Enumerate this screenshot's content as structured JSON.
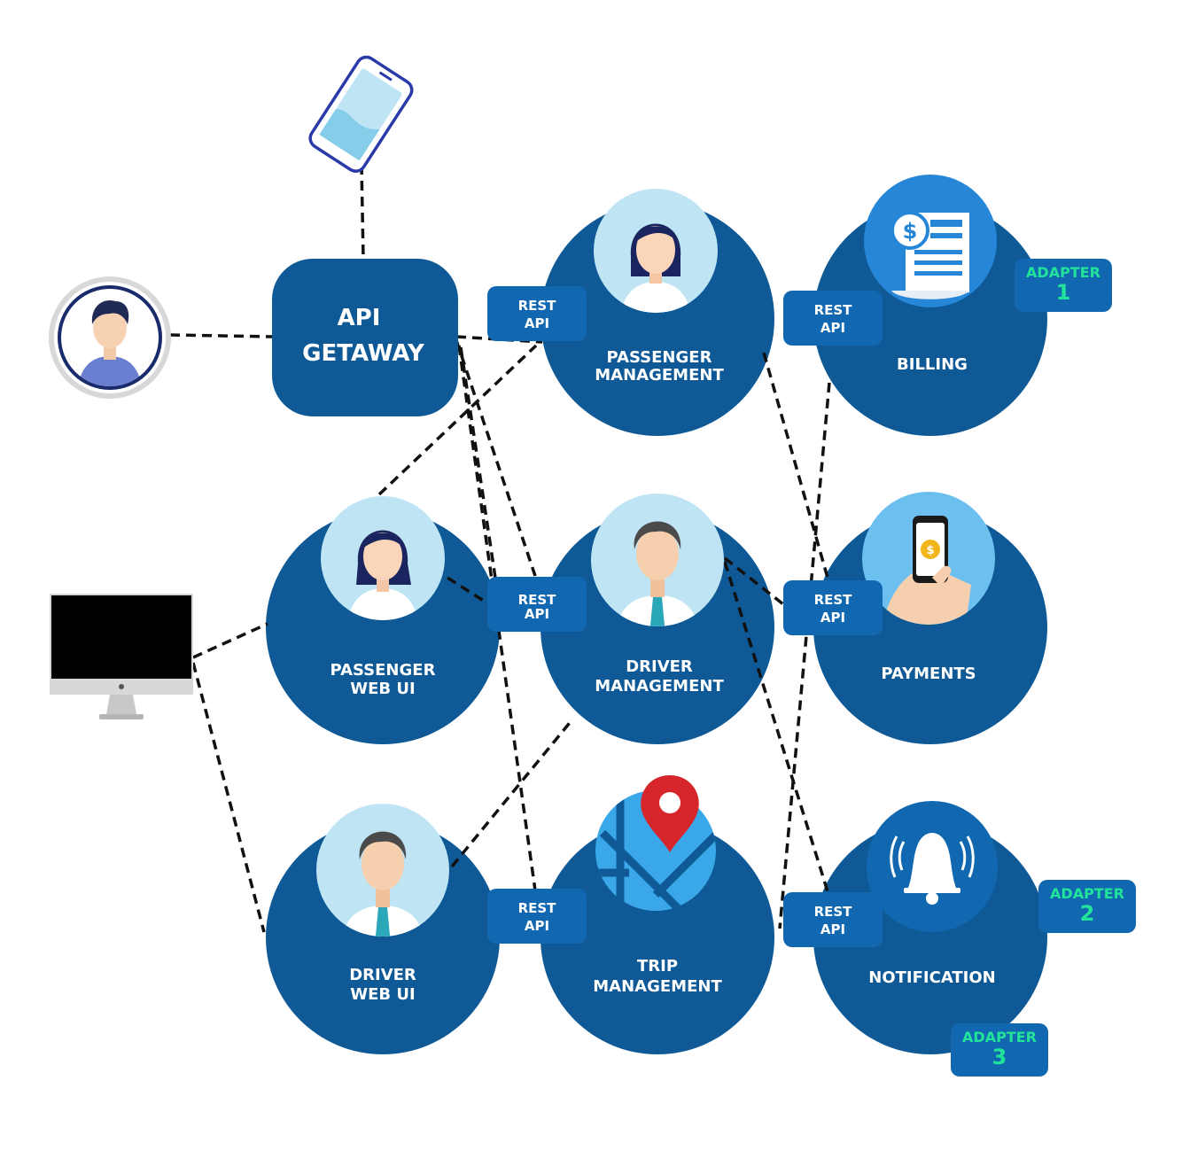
{
  "gateway": {
    "line1": "API",
    "line2": "GETAWAY"
  },
  "rest_api": {
    "line1": "REST",
    "line2": "API"
  },
  "services": {
    "passenger_management": {
      "line1": "PASSENGER",
      "line2": "MANAGEMENT"
    },
    "billing": {
      "line1": "BILLING"
    },
    "passenger_web_ui": {
      "line1": "PASSENGER",
      "line2": "WEB UI"
    },
    "driver_management": {
      "line1": "DRIVER",
      "line2": "MANAGEMENT"
    },
    "payments": {
      "line1": "PAYMENTS"
    },
    "driver_web_ui": {
      "line1": "DRIVER",
      "line2": "WEB UI"
    },
    "trip_management": {
      "line1": "TRIP",
      "line2": "MANAGEMENT"
    },
    "notification": {
      "line1": "NOTIFICATION"
    }
  },
  "adapters": [
    {
      "label": "ADAPTER",
      "number": "1"
    },
    {
      "label": "ADAPTER",
      "number": "2"
    },
    {
      "label": "ADAPTER",
      "number": "3"
    }
  ],
  "icons": {
    "client_mobile": "mobile-phone-icon",
    "client_user": "user-avatar-icon",
    "client_desktop": "desktop-monitor-icon",
    "passenger": "woman-avatar-icon",
    "driver": "man-avatar-icon",
    "billing": "invoice-icon",
    "payments": "hand-phone-payment-icon",
    "trip": "map-pin-icon",
    "notification": "bell-icon"
  },
  "colors": {
    "node_fill": "#0f5a96",
    "badge_fill": "#1268b0",
    "avatar_bg": "#bfe5f5",
    "accent_light": "#3aa7e8",
    "adapter_text": "#22e39a",
    "pin": "#d6262c"
  }
}
